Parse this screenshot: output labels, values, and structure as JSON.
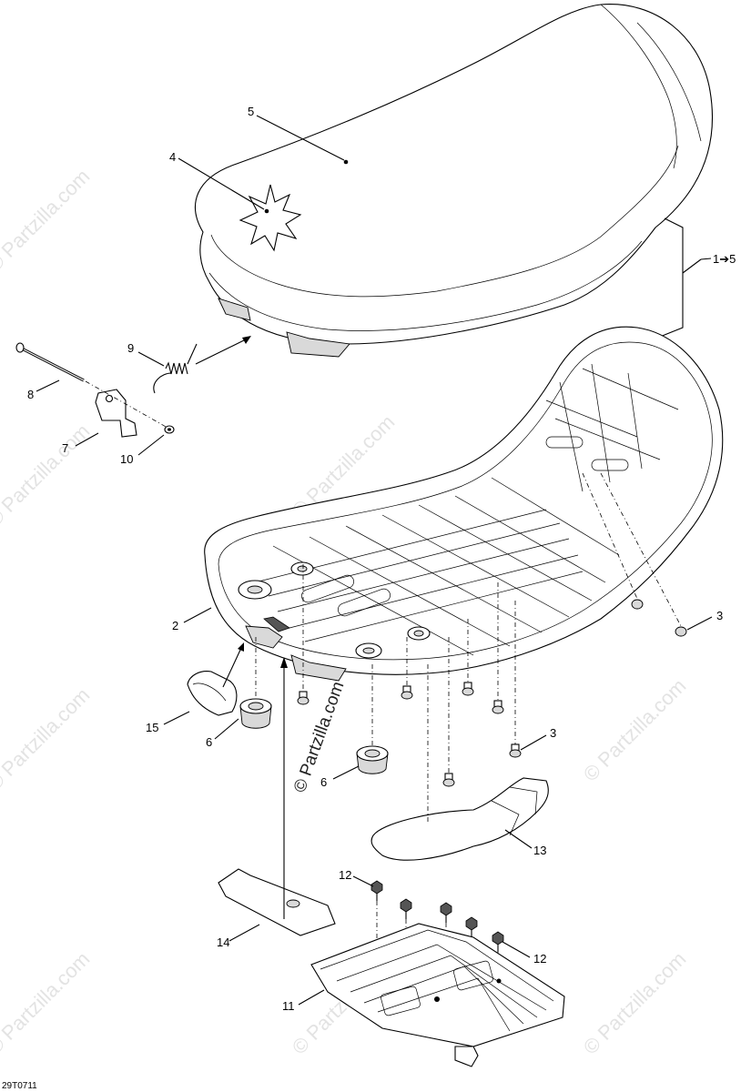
{
  "watermarks": {
    "brand": "© Partzilla.com",
    "center_brand": "© Partzilla.com"
  },
  "drawing_code": "29T0711",
  "callouts": {
    "c1": "1➔5",
    "c2": "2",
    "c3a": "3",
    "c3b": "3",
    "c4": "4",
    "c5": "5",
    "c6a": "6",
    "c6b": "6",
    "c7": "7",
    "c8": "8",
    "c9": "9",
    "c10": "10",
    "c11": "11",
    "c12a": "12",
    "c12b": "12",
    "c13": "13",
    "c14": "14",
    "c15": "15"
  }
}
